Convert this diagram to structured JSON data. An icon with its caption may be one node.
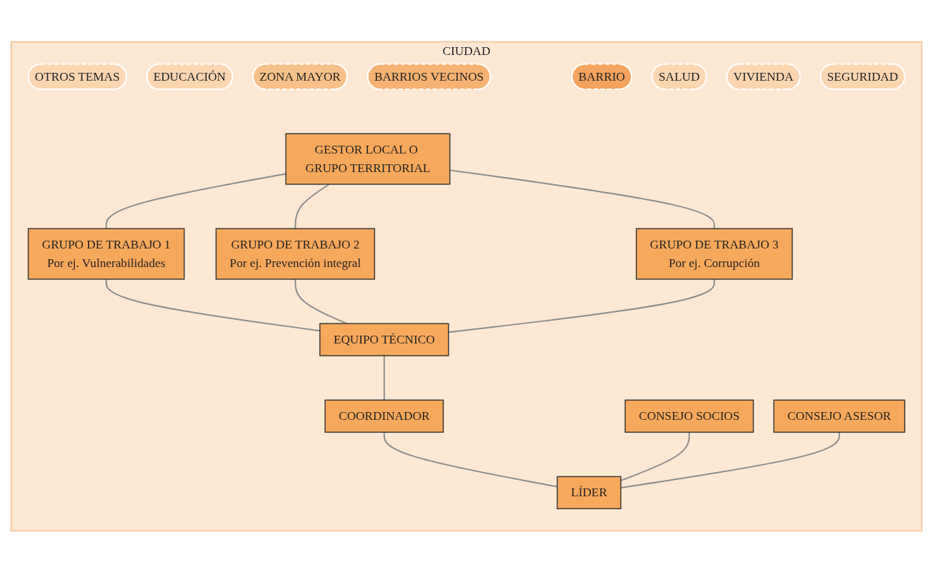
{
  "diagram": {
    "nodes": [
      {
        "text": [
          "CIUDAD"
        ]
      },
      {
        "text": [
          "OTROS TEMAS"
        ],
        "in": 0
      },
      {
        "text": [
          "EDUCACIÓN"
        ],
        "in": 0
      },
      {
        "text": [
          "ZONA MAYOR"
        ],
        "in": 0
      },
      {
        "text": [
          "BARRIOS VECINOS"
        ],
        "in": 0
      },
      {
        "text": [
          "BARRIO"
        ],
        "in": 0
      },
      {
        "text": [
          "GESTOR LOCAL O GRUPO TERRITORIAL"
        ],
        "in": 0
      },
      {
        "text": [
          "SALUD"
        ],
        "in": 0
      },
      {
        "text": [
          "VIVIENDA"
        ],
        "in": 0
      },
      {
        "text": [
          "GRUPO DE TRABAJO 1",
          "Por ej. Vulnerabilidades"
        ],
        "in": 0
      },
      {
        "text": [
          "GRUPO DE TRABAJO 2",
          "Por ej. Prevención integral"
        ],
        "in": 0
      },
      {
        "text": [
          "GRUPO DE TRABAJO 3",
          "Por ej. Corrupción"
        ],
        "in": 0
      },
      {
        "text": [
          "SEGURIDAD"
        ],
        "in": 0
      },
      {
        "text": [
          "EQUIPO TÉCNICO"
        ],
        "in": 0
      },
      {
        "text": [
          "COORDINADOR"
        ],
        "in": 0
      },
      {
        "text": [
          "CONSEJO SOCIOS"
        ],
        "in": 0
      },
      {
        "text": [
          "CONSEJO ASESOR"
        ],
        "in": 0
      },
      {
        "text": [
          "LÍDER"
        ],
        "in": 0
      }
    ],
    "edges": [
      {
        "from": 6,
        "to": 9,
        "arrow": "none"
      },
      {
        "from": 6,
        "to": 10,
        "arrow": "none"
      },
      {
        "from": 6,
        "to": 11,
        "arrow": "none"
      },
      {
        "from": 9,
        "to": 13,
        "arrow": "none"
      },
      {
        "from": 10,
        "to": 13,
        "arrow": "none"
      },
      {
        "from": 11,
        "to": 13,
        "arrow": "none"
      },
      {
        "from": 13,
        "to": 14,
        "arrow": "none"
      },
      {
        "from": 14,
        "to": 17,
        "arrow": "none"
      },
      {
        "from": 15,
        "to": 17,
        "arrow": "none"
      },
      {
        "from": 16,
        "to": 17,
        "arrow": "none"
      }
    ]
  }
}
